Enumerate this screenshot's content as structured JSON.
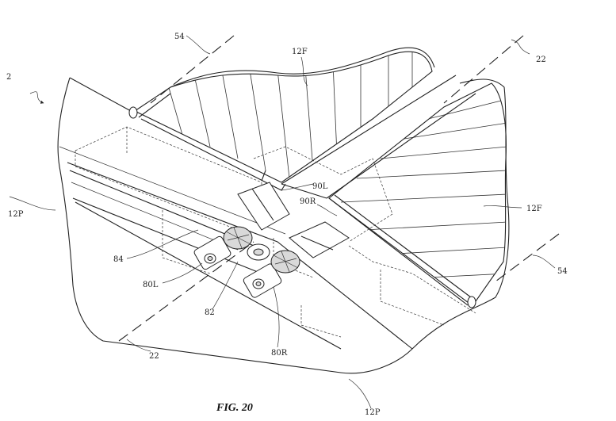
{
  "figure": {
    "caption": "FIG. 20",
    "refs": {
      "r2": "2",
      "r54_top": "54",
      "r12F_top": "12F",
      "r22_top": "22",
      "r12P_left": "12P",
      "r90L": "90L",
      "r90R": "90R",
      "r12F_right": "12F",
      "r84": "84",
      "r80L": "80L",
      "r82": "82",
      "r80R": "80R",
      "r54_right": "54",
      "r22_bottom": "22",
      "r12P_bottom": "12P"
    }
  }
}
